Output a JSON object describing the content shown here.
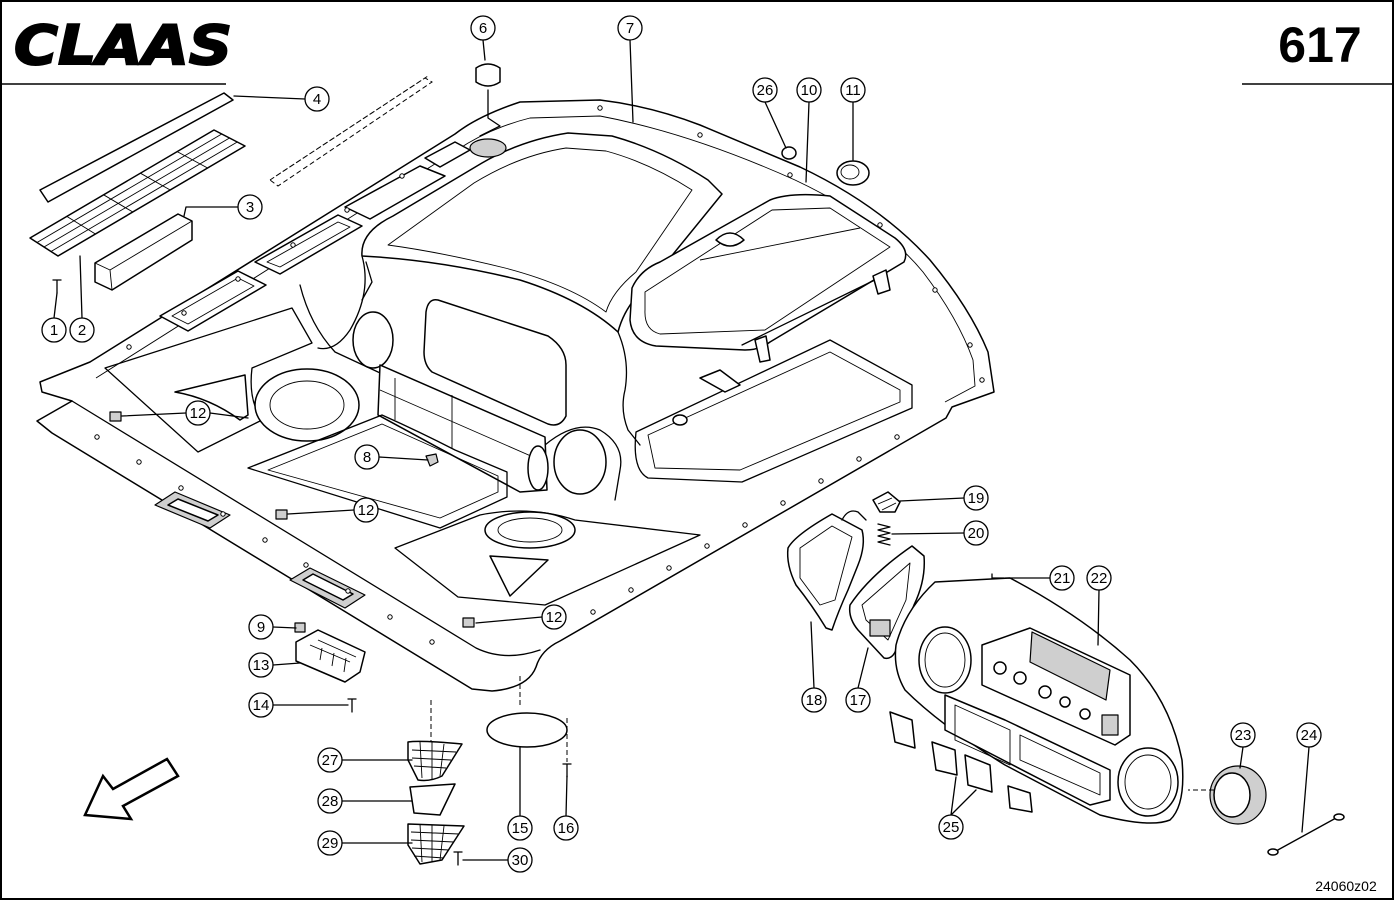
{
  "header": {
    "brand": "CLAAS",
    "page_number": "617"
  },
  "footer": {
    "drawing_code": "24060z02"
  },
  "callouts": [
    "6",
    "7",
    "4",
    "26",
    "10",
    "11",
    "3",
    "1",
    "2",
    "12",
    "8",
    "12",
    "19",
    "20",
    "21",
    "22",
    "12",
    "9",
    "13",
    "14",
    "18",
    "17",
    "23",
    "24",
    "27",
    "28",
    "29",
    "15",
    "16",
    "30",
    "25"
  ],
  "colors": {
    "line": "#000000",
    "background": "#ffffff"
  }
}
